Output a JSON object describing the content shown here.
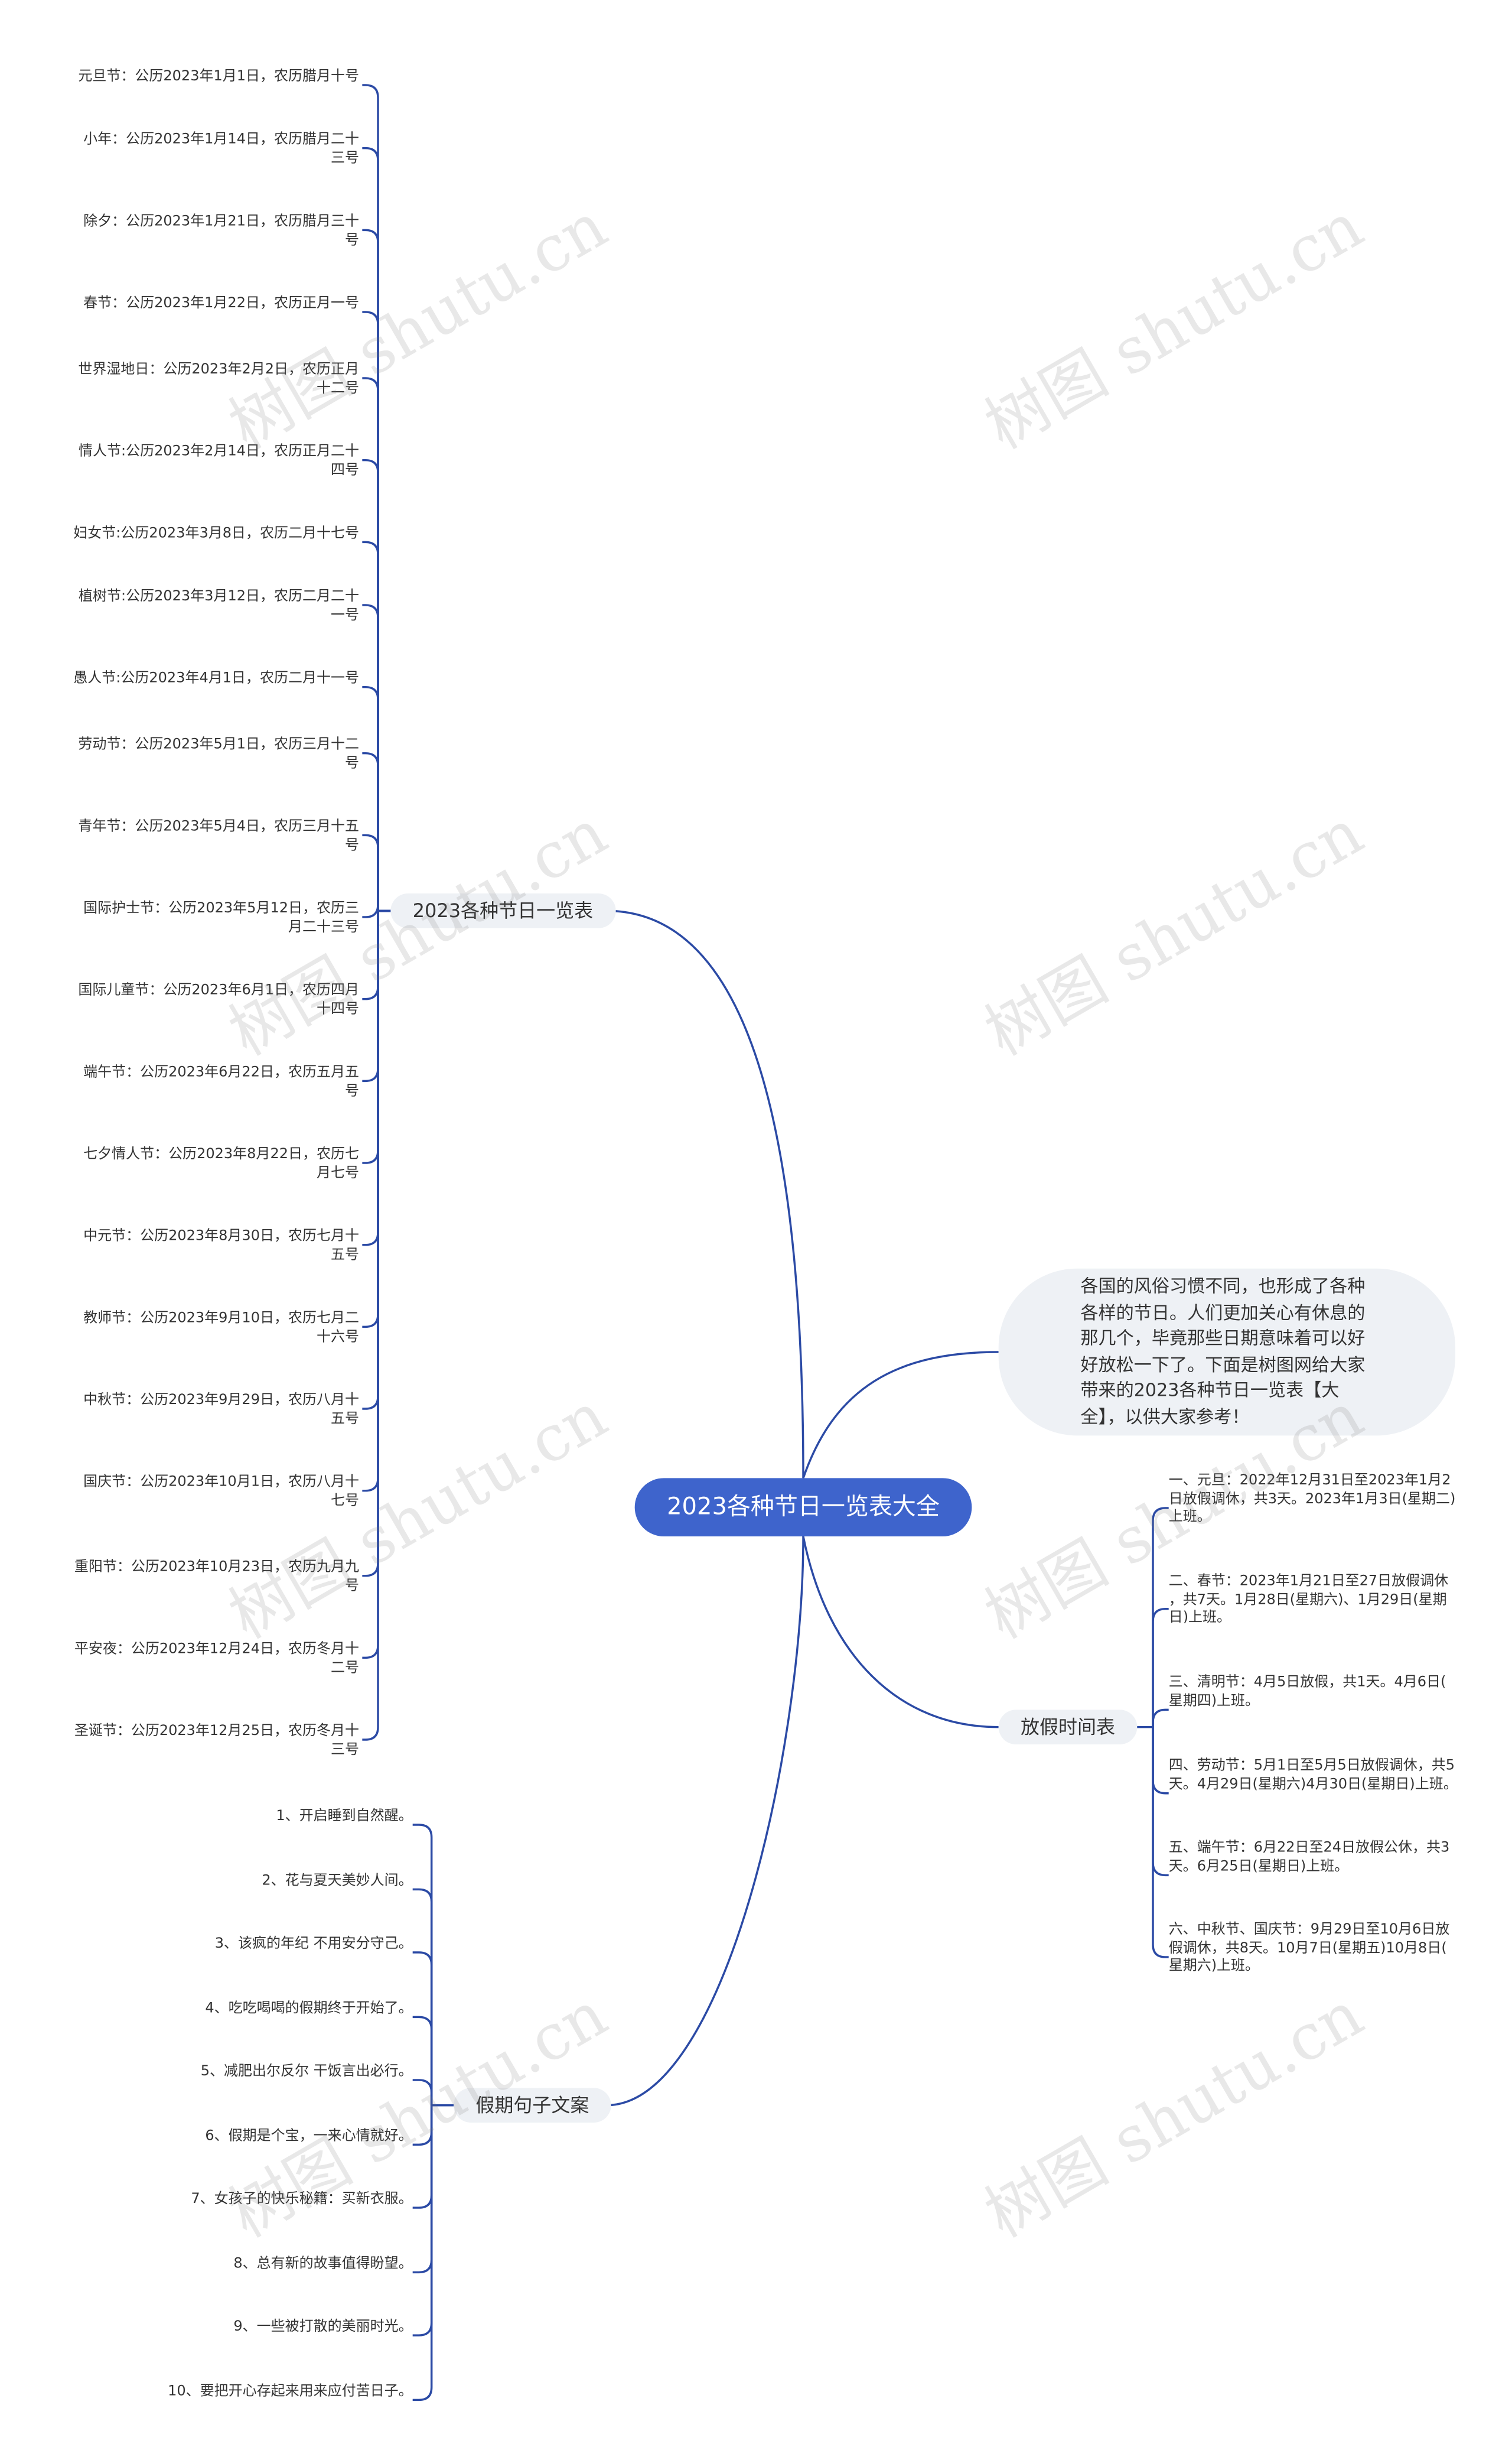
{
  "root": "2023各种节日一览表大全",
  "intro": "各国的风俗习惯不同，也形成了各种各样的节日。人们更加关心有休息的那几个，毕竟那些日期意味着可以好好放松一下了。下面是树图网给大家带来的2023各种节日一览表【大全】，以供大家参考！",
  "topics": {
    "festivals": "2023各种节日一览表",
    "holidays": "放假时间表",
    "sentences": "假期句子文案"
  },
  "festivals": [
    " 元旦节：公历2023年1月1日，农历腊月十号",
    "小年：公历2023年1月14日，农历腊月二十\n三号",
    "除夕：公历2023年1月21日，农历腊月三十\n号",
    "  春节：公历2023年1月22日，农历正月一号",
    "世界湿地日：公历2023年2月2日，农历正月\n十二号",
    "情人节:公历2023年2月14日，农历正月二十\n四号",
    " 妇女节:公历2023年3月8日，农历二月十七号",
    "植树节:公历2023年3月12日，农历二月二十\n一号",
    " 愚人节:公历2023年4月1日，农历二月十一号",
    "劳动节：公历2023年5月1日，农历三月十二\n号",
    "青年节：公历2023年5月4日，农历三月十五\n号",
    "国际护士节：公历2023年5月12日，农历三\n月二十三号",
    "国际儿童节：公历2023年6月1日，农历四月\n十四号",
    "端午节：公历2023年6月22日，农历五月五\n号",
    "七夕情人节：公历2023年8月22日，农历七\n月七号",
    "中元节：公历2023年8月30日，农历七月十\n五号",
    "教师节：公历2023年9月10日，农历七月二\n十六号",
    "中秋节：公历2023年9月29日，农历八月十\n五号",
    "国庆节：公历2023年10月1日，农历八月十\n七号",
    "重阳节：公历2023年10月23日，农历九月九\n号",
    "平安夜：公历2023年12月24日，农历冬月十\n二号",
    "圣诞节：公历2023年12月25日，农历冬月十\n三号"
  ],
  "holidays": [
    "一、元旦：2022年12月31日至2023年1月2\n日放假调休，共3天。2023年1月3日(星期二)\n上班。",
    "二、春节：2023年1月21日至27日放假调休\n，共7天。1月28日(星期六)、1月29日(星期\n日)上班。",
    "三、清明节：4月5日放假，共1天。4月6日(\n星期四)上班。",
    "四、劳动节：5月1日至5月5日放假调休，共5\n天。4月29日(星期六)4月30日(星期日)上班。",
    "五、端午节：6月22日至24日放假公休，共3\n天。6月25日(星期日)上班。",
    "六、中秋节、国庆节：9月29日至10月6日放\n假调休，共8天。10月7日(星期五)10月8日(\n星期六)上班。"
  ],
  "sentences": [
    "1、开启睡到自然醒。",
    "2、花与夏天美妙人间。",
    "3、该疯的年纪 不用安分守己。",
    "4、吃吃喝喝的假期终于开始了。",
    "5、减肥出尔反尔 干饭言出必行。",
    "6、假期是个宝，一来心情就好。",
    "7、女孩子的快乐秘籍：买新衣服。",
    "8、总有新的故事值得盼望。",
    "9、一些被打散的美丽时光。",
    "10、要把开心存起来用来应付苦日子。"
  ],
  "watermark": "树图 shutu.cn",
  "colors": {
    "line": "#2b4aa5",
    "root": "#3e64cc",
    "topic": "#eef1f5"
  }
}
